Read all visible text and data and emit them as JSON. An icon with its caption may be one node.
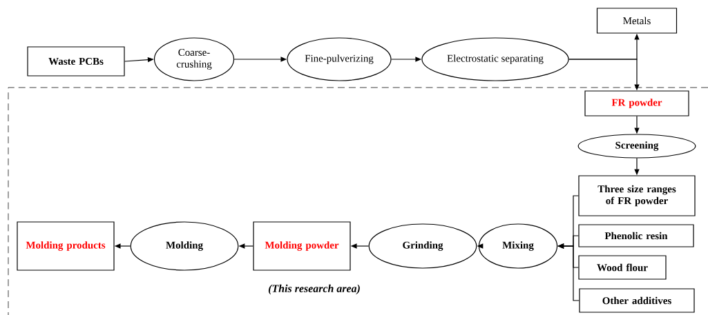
{
  "diagram": {
    "nodes": [
      {
        "text": [
          "Waste PCBs"
        ]
      },
      {
        "text": [
          "Coarse-crushing"
        ]
      },
      {
        "text": [
          "Fine-pulverizing"
        ]
      },
      {
        "text": [
          "Electrostatic separating"
        ]
      },
      {
        "text": [
          "Metals"
        ]
      },
      {
        "text": [
          "FR powder"
        ]
      },
      {
        "text": [
          "Screening"
        ]
      },
      {
        "text": [
          "Three size ranges of FR powder"
        ]
      },
      {
        "text": [
          "Phenolic resin"
        ]
      },
      {
        "text": [
          "Wood flour"
        ]
      },
      {
        "text": [
          "Other additives"
        ]
      },
      {
        "text": [
          "Mixing"
        ]
      },
      {
        "text": [
          "Grinding"
        ]
      },
      {
        "text": [
          "Molding powder"
        ]
      },
      {
        "text": [
          "Molding"
        ]
      },
      {
        "text": [
          "Molding products"
        ]
      }
    ],
    "edges": [
      {
        "from": 0,
        "to": 1,
        "arrow": "to"
      },
      {
        "from": 1,
        "to": 2,
        "arrow": "to"
      },
      {
        "from": 2,
        "to": 3,
        "arrow": "to"
      },
      {
        "from": 3,
        "to": 4,
        "arrow": "to"
      },
      {
        "from": 3,
        "to": 5,
        "arrow": "to"
      },
      {
        "from": 5,
        "to": 6,
        "arrow": "to"
      },
      {
        "from": 6,
        "to": 7,
        "arrow": "to"
      },
      {
        "from": 7,
        "to": 11,
        "arrow": "to"
      },
      {
        "from": 8,
        "to": 11,
        "arrow": "to"
      },
      {
        "from": 9,
        "to": 11,
        "arrow": "to"
      },
      {
        "from": 10,
        "to": 11,
        "arrow": "to"
      },
      {
        "from": 11,
        "to": 12,
        "arrow": "to"
      },
      {
        "from": 12,
        "to": 13,
        "arrow": "to"
      },
      {
        "from": 13,
        "to": 14,
        "arrow": "to"
      },
      {
        "from": 14,
        "to": 15,
        "arrow": "to"
      }
    ],
    "labels": [
      "(This research area)"
    ]
  }
}
